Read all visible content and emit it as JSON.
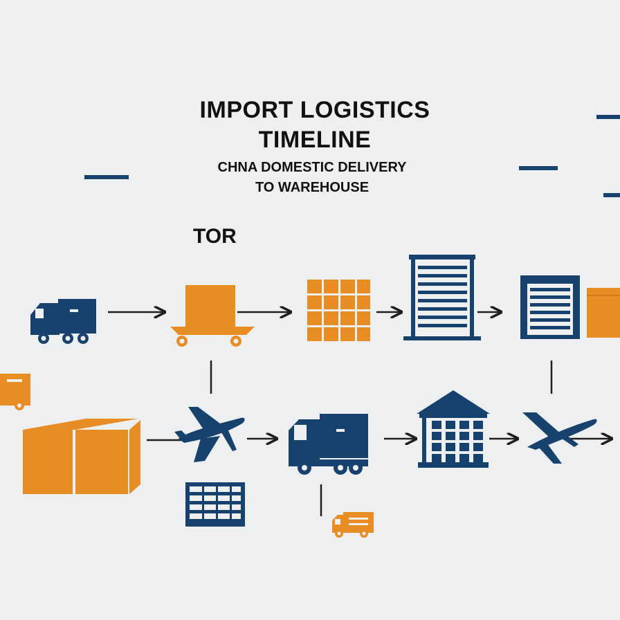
{
  "title": {
    "line1": "IMPORT LOGISTICS",
    "line2": "TIMELINE"
  },
  "subtitle": {
    "line1": "CHNA DOMESTIC DELIVERY",
    "line2": "TO WAREHOUSE"
  },
  "side_label": "TOR",
  "colors": {
    "navy": "#18426e",
    "orange": "#e88d25",
    "arrow": "#1e1e1e",
    "background": "#eeeff0"
  },
  "top_row_icons": [
    "delivery-truck-icon",
    "pallet-cart-icon",
    "stacked-boxes-icon",
    "warehouse-building-icon",
    "warehouse-with-box-icon"
  ],
  "bottom_row_icons": [
    "large-boxes-icon",
    "airplane-icon",
    "delivery-truck-icon",
    "customs-building-icon",
    "airplane-icon"
  ],
  "extra_icons": [
    "small-truck-icon",
    "shipping-container-icon",
    "small-orange-truck-icon"
  ]
}
